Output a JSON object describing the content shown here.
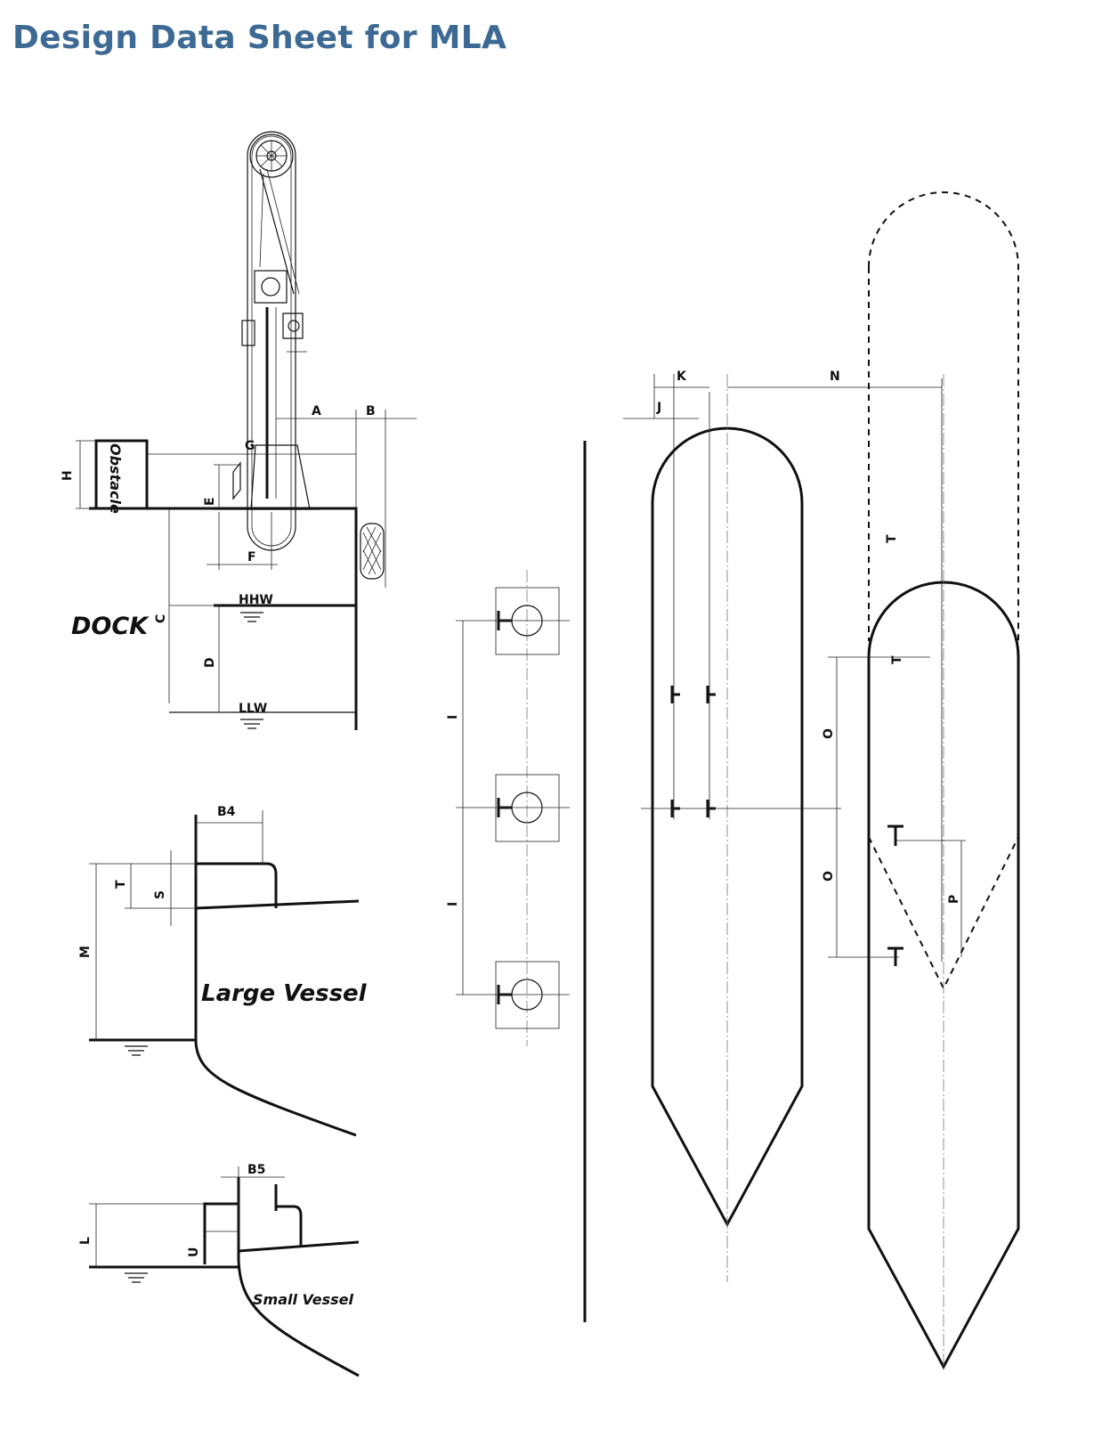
{
  "title": "Design Data Sheet for MLA",
  "labels": {
    "A": "A",
    "B": "B",
    "G": "G",
    "H": "H",
    "E": "E",
    "F": "F",
    "C": "C",
    "D": "D",
    "HHW": "HHW",
    "LLW": "LLW",
    "obstacle": "Obstacle",
    "dock": "DOCK",
    "B4": "B4",
    "T": "T",
    "S": "S",
    "M": "M",
    "large_vessel": "Large Vessel",
    "B5": "B5",
    "L": "L",
    "U": "U",
    "small_vessel": "Small Vessel",
    "I": "I",
    "K": "K",
    "J": "J",
    "N": "N",
    "O": "O",
    "P": "P"
  },
  "colors": {
    "title": "#3d6a94",
    "lines": "#111111"
  }
}
